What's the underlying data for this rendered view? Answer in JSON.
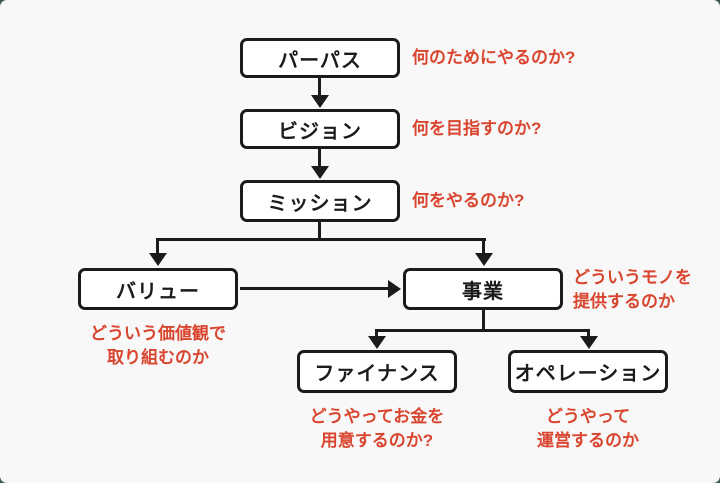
{
  "colors": {
    "outer_background": "#3b5848",
    "canvas_background": "#f8f8f8",
    "node_fill": "#ffffff",
    "node_border": "#1b1b1b",
    "node_text": "#1b1b1b",
    "annotation_text": "#d9452f",
    "connector": "#1b1b1b"
  },
  "diagram": {
    "nodes": [
      {
        "id": "purpose",
        "label": "パーパス",
        "annotation_lines": [
          "何のためにやるのか?"
        ]
      },
      {
        "id": "vision",
        "label": "ビジョン",
        "annotation_lines": [
          "何を目指すのか?"
        ]
      },
      {
        "id": "mission",
        "label": "ミッション",
        "annotation_lines": [
          "何をやるのか?"
        ]
      },
      {
        "id": "value",
        "label": "バリュー",
        "annotation_lines": [
          "どういう価値観で",
          "取り組むのか"
        ]
      },
      {
        "id": "business",
        "label": "事業",
        "annotation_lines": [
          "どういうモノを",
          "提供するのか"
        ]
      },
      {
        "id": "finance",
        "label": "ファイナンス",
        "annotation_lines": [
          "どうやってお金を",
          "用意するのか?"
        ]
      },
      {
        "id": "operation",
        "label": "オペレーション",
        "annotation_lines": [
          "どうやって",
          "運営するのか"
        ]
      }
    ]
  }
}
